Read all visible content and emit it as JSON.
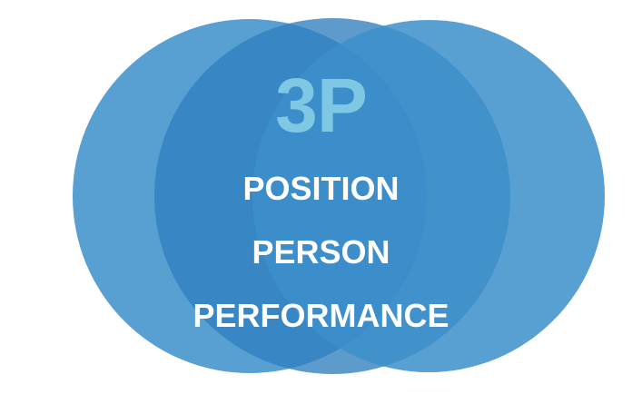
{
  "diagram": {
    "headline": "3P",
    "lines": [
      "POSITION",
      "PERSON",
      "PERFORMANCE"
    ],
    "colors": {
      "background": "#ffffff",
      "circle_fill": "#3d8fcb",
      "headline_text": "#7ec8e3",
      "body_text": "#ffffff"
    },
    "shape": "three overlapping circles"
  }
}
